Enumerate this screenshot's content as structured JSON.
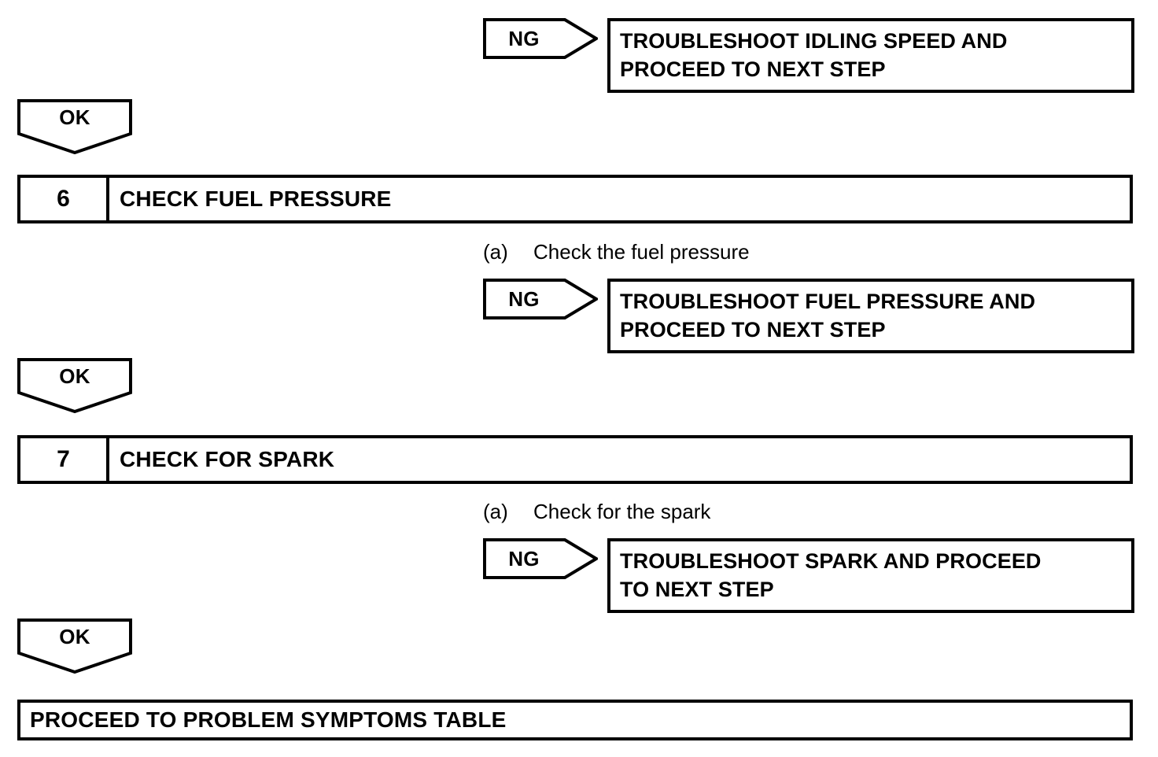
{
  "diagram": {
    "type": "troubleshooting-flowchart",
    "labels": {
      "ng": "NG",
      "ok": "OK"
    },
    "nodes": {
      "ng_idling": {
        "tag": "NG",
        "text": "TROUBLESHOOT IDLING SPEED AND\nPROCEED TO NEXT STEP"
      },
      "ok_1": {
        "label": "OK"
      },
      "step_6": {
        "number": "6",
        "title": "CHECK FUEL PRESSURE",
        "substep": {
          "marker": "(a)",
          "text": "Check the fuel pressure"
        }
      },
      "ng_fuel": {
        "tag": "NG",
        "text": "TROUBLESHOOT FUEL PRESSURE AND\nPROCEED TO NEXT STEP"
      },
      "ok_2": {
        "label": "OK"
      },
      "step_7": {
        "number": "7",
        "title": "CHECK FOR SPARK",
        "substep": {
          "marker": "(a)",
          "text": "Check for the spark"
        }
      },
      "ng_spark": {
        "tag": "NG",
        "text": "TROUBLESHOOT SPARK AND PROCEED\nTO NEXT STEP"
      },
      "ok_3": {
        "label": "OK"
      },
      "terminal": {
        "text": "PROCEED TO PROBLEM SYMPTOMS TABLE"
      }
    },
    "colors": {
      "line": "#000000",
      "background": "#ffffff",
      "text": "#000000"
    }
  }
}
